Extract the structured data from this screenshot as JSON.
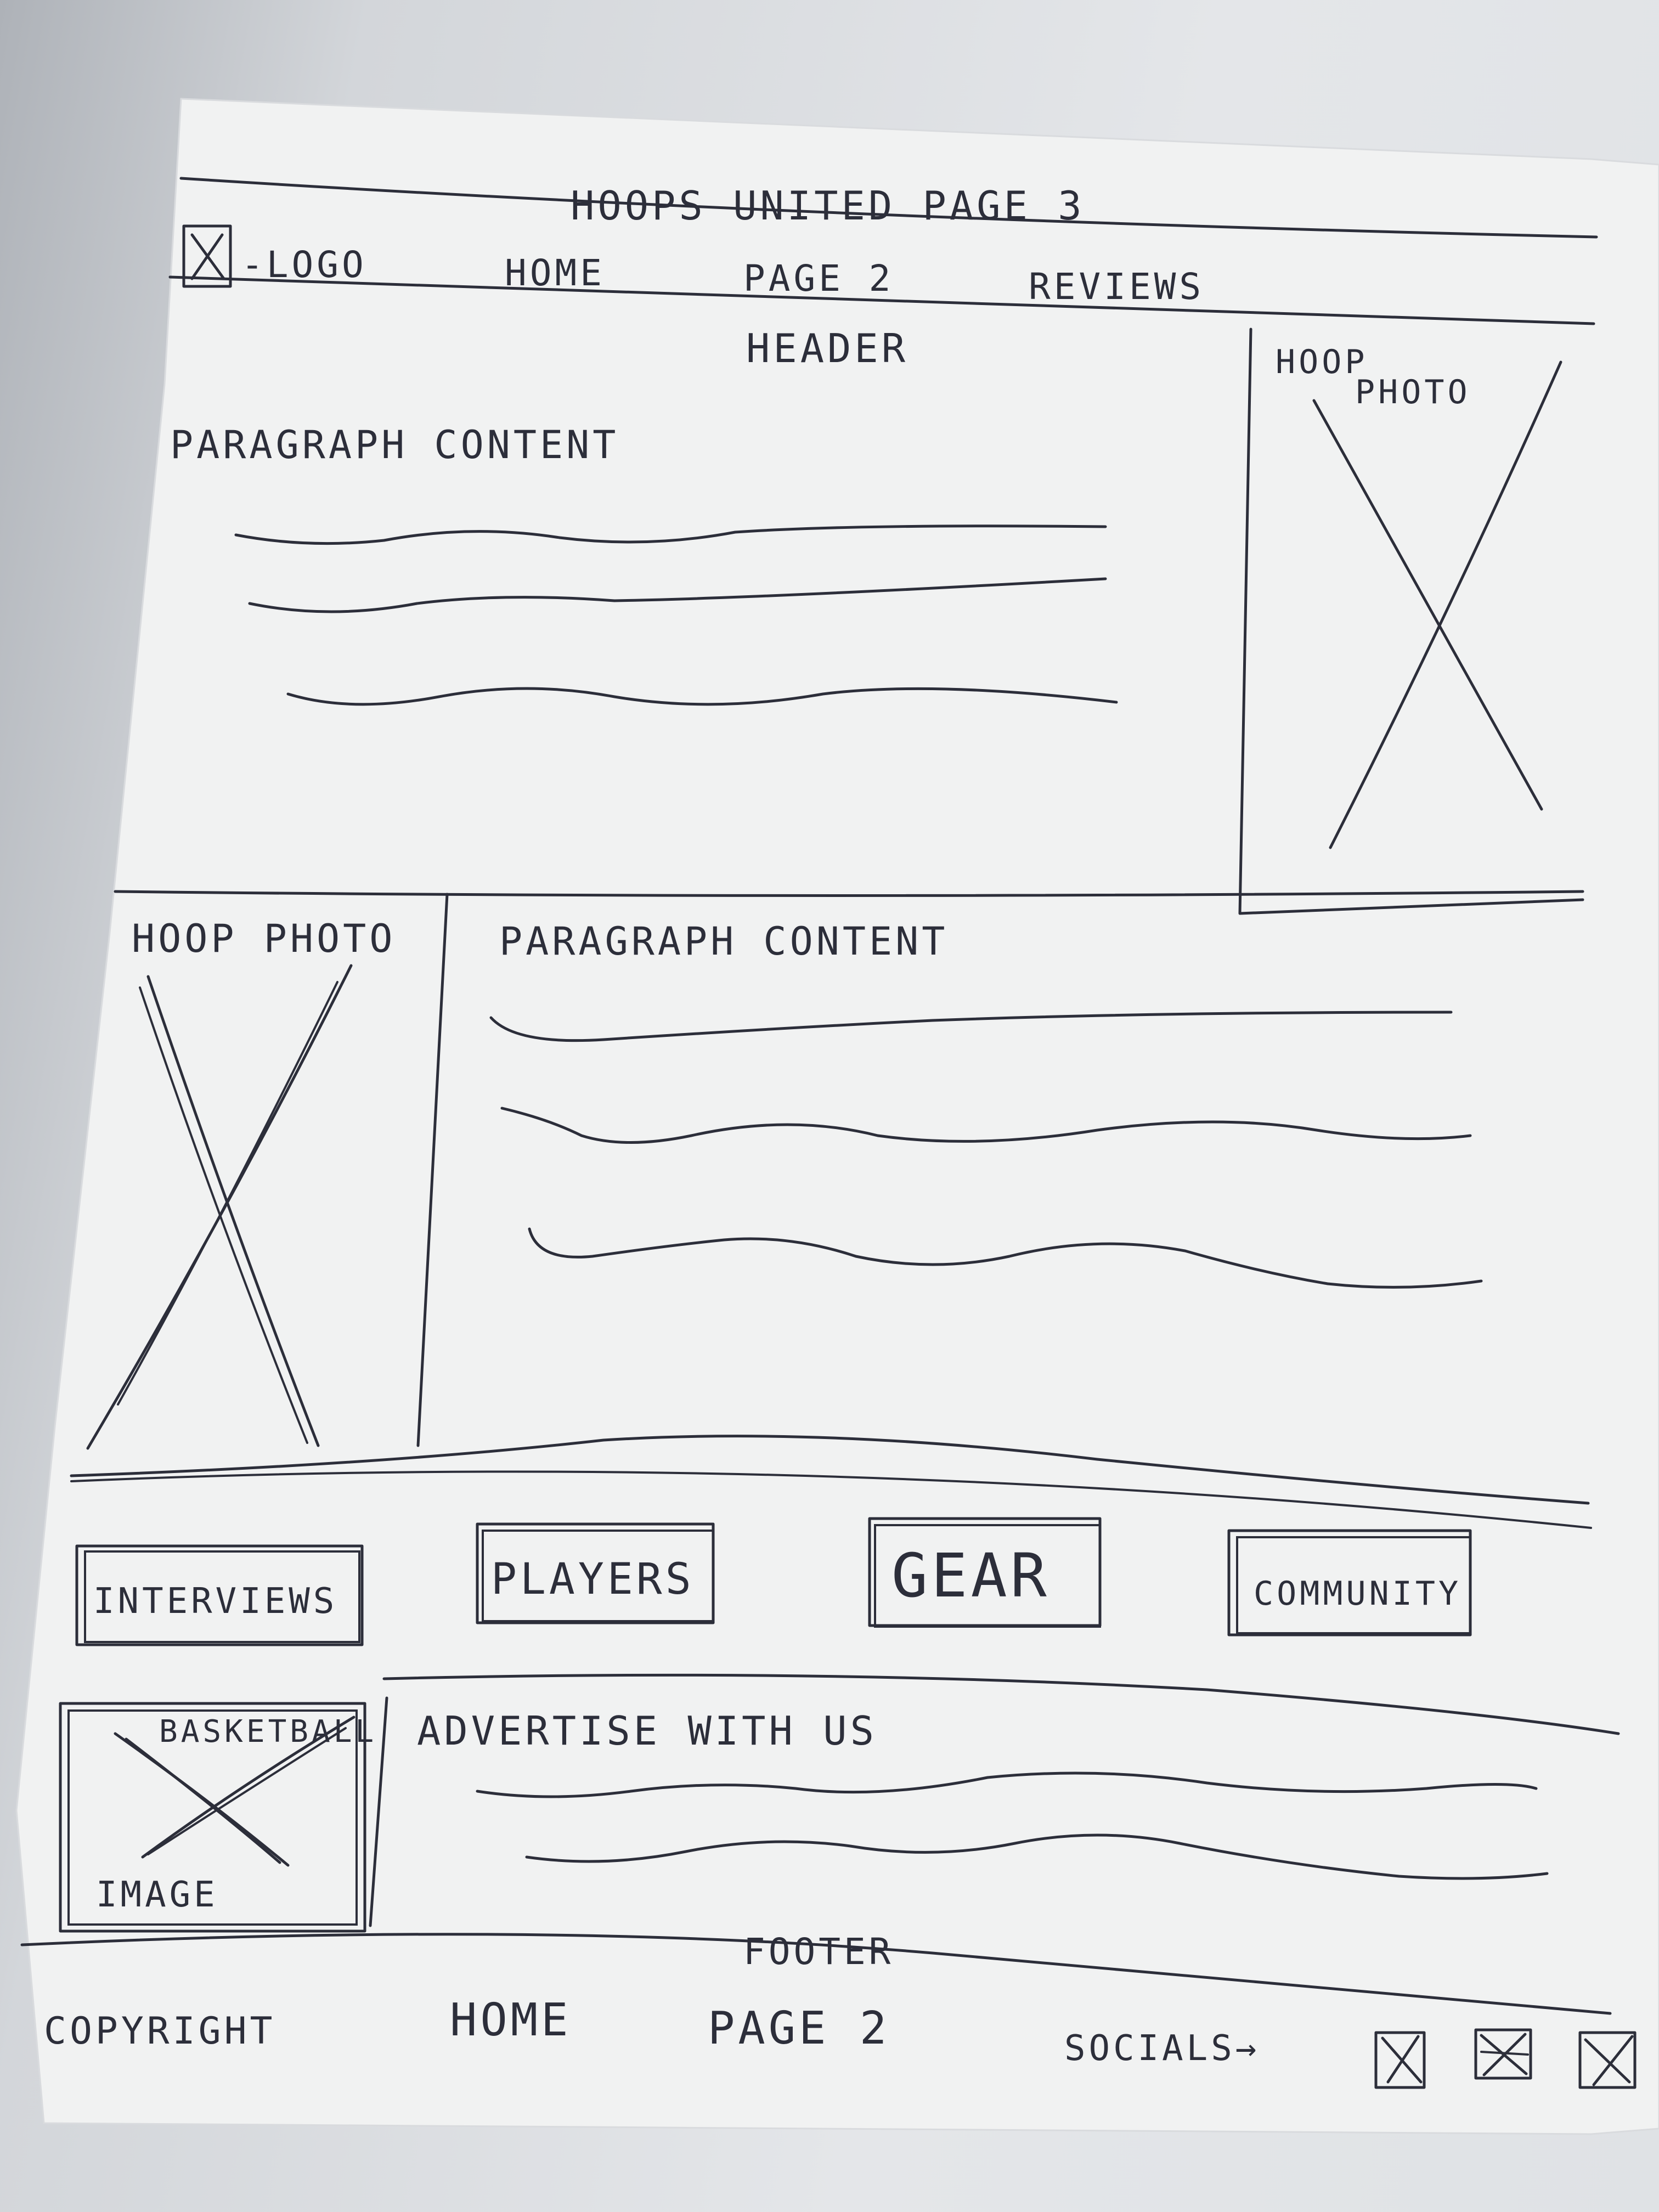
{
  "sketch": {
    "title": "HOOPS UNITED PAGE 3",
    "nav": {
      "logo_label": "-LOGO",
      "links": [
        "HOME",
        "PAGE 2",
        "REVIEWS"
      ]
    },
    "header_label": "HEADER",
    "section1": {
      "paragraph_label": "PARAGRAPH CONTENT",
      "photo_label_line1": "HOOP",
      "photo_label_line2": "PHOTO"
    },
    "section2": {
      "photo_label": "HOOP PHOTO",
      "paragraph_label": "PARAGRAPH CONTENT"
    },
    "buttons": [
      "INTERVIEWS",
      "PLAYERS",
      "GEAR",
      "COMMUNITY"
    ],
    "ad_section": {
      "image_label_top": "BASKETBALL",
      "image_label_bottom": "IMAGE",
      "title": "ADVERTISE WITH US"
    },
    "footer": {
      "label": "FOOTER",
      "copyright": "COPYRIGHT",
      "links": [
        "HOME",
        "PAGE 2"
      ],
      "socials_label": "SOCIALS→",
      "social_icons": [
        "social-icon-1",
        "social-icon-2",
        "social-icon-3"
      ]
    }
  },
  "colors": {
    "paper": "#f1f2f2",
    "ink": "#2c2e3a",
    "background": "#c9ccd1"
  }
}
